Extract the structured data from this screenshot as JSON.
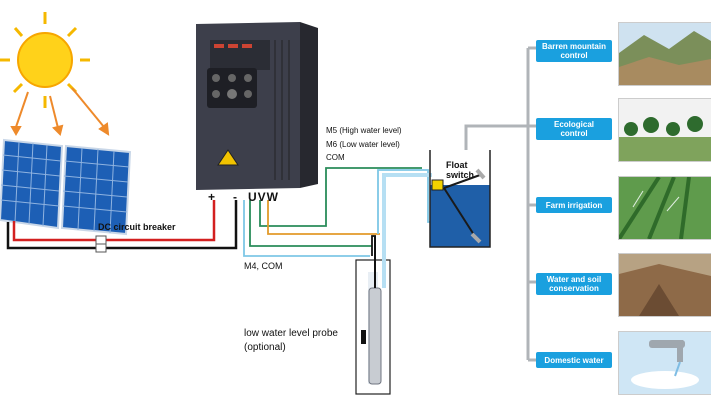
{
  "inverter": {
    "terminals": {
      "plus": "+",
      "minus": "-",
      "uvw": "UVW"
    }
  },
  "labels": {
    "breaker": "DC circuit breaker",
    "m5": "M5 (High water level)",
    "m6": "M6 (Low water level)",
    "com": "COM",
    "m4com": "M4, COM",
    "probe": "low water level probe\n(optional)",
    "float": "Float\nswitch"
  },
  "applications": [
    {
      "label": "Barren mountain\ncontrol"
    },
    {
      "label": "Ecological\ncontrol"
    },
    {
      "label": "Farm irrigation"
    },
    {
      "label": "Water and soil\nconservation"
    },
    {
      "label": "Domestic water"
    }
  ],
  "colors": {
    "app_box": "#1aa0df",
    "pipe": "#b0b4b8",
    "water": "#1f5fa8",
    "wire_red": "#d32020",
    "wire_black": "#111111",
    "wire_orange": "#e29a2a",
    "wire_green": "#2a8c5a",
    "wire_cyan": "#7ec7e6"
  }
}
